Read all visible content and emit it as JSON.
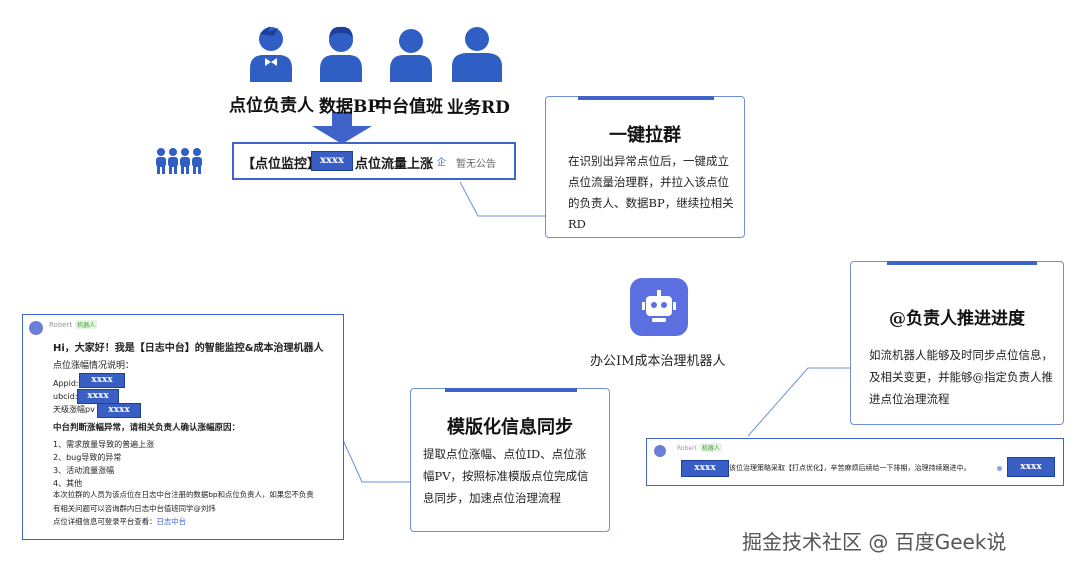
{
  "people": [
    {
      "label": "点位负责人",
      "icon": "person-bowtie-icon"
    },
    {
      "label": "数据BP",
      "icon": "person-hair-icon"
    },
    {
      "label": "中台值班",
      "icon": "person-icon"
    },
    {
      "label": "业务RD",
      "icon": "person-icon"
    }
  ],
  "group_bar": {
    "prefix": "【点位监控】",
    "mask": "xxxx",
    "suffix": "点位流量上涨",
    "badge": "企",
    "notice": "暂无公告"
  },
  "card_one_click": {
    "title": "一键拉群",
    "lines": [
      "在识别出异常点位后，一键成立",
      "点位流量治理群，并拉入该点位",
      "的负责人、数据BP，继续拉相关",
      "RD"
    ]
  },
  "robot": {
    "label": "办公IM成本治理机器人",
    "icon": "robot-icon",
    "color": "#5b6fe0"
  },
  "card_mention": {
    "title": "@负责人推进进度",
    "lines": [
      "如流机器人能够及时同步点位信息，",
      "及相关变更，并能够@指定负责人推",
      "进点位治理流程"
    ]
  },
  "card_template": {
    "title": "模版化信息同步",
    "lines": [
      "提取点位涨幅、点位ID、点位涨",
      "幅PV，按照标准模版点位完成信",
      "息同步，加速点位治理流程"
    ]
  },
  "chat_left": {
    "sender": "Robert",
    "tag": "机器人",
    "greeting": "Hi，大家好！我是【日志中台】的智能监控&成本治理机器人",
    "subtitle": "点位涨幅情况说明：",
    "fields": [
      {
        "label": "Appid:",
        "mask": "xxxx"
      },
      {
        "label": "ubcid:",
        "mask": "xxxx"
      },
      {
        "label": "天级涨幅pv",
        "mask": "xxxx"
      }
    ],
    "judge": "中台判断涨幅异常，请相关负责人确认涨幅原因：",
    "reasons": [
      "1、需求放量导致的普遍上涨",
      "2、bug导致的异常",
      "3、活动流量涨幅",
      "4、其他"
    ],
    "note1": "本次拉群的人员为该点位在日志中台注册的数据bp和点位负责人，如果您不负责",
    "note2": "有相关问题可以咨询群内日志中台值班同学@刘炜",
    "footer_prefix": "点位详细信息可登录平台查看：",
    "footer_link": "日志中台"
  },
  "chat_right": {
    "sender": "Robert",
    "tag": "机器人",
    "mask_left": "xxxx",
    "text": "该位治理策略采取【打点优化】，辛苦麻烦后续给一下排期，治理持续跟进中。",
    "mask_right": "xxxx"
  },
  "watermark": "掘金技术社区 @ 百度Geek说",
  "colors": {
    "accent": "#3f63c9",
    "people": "#2f5fc4",
    "robot": "#5b6fe0"
  }
}
